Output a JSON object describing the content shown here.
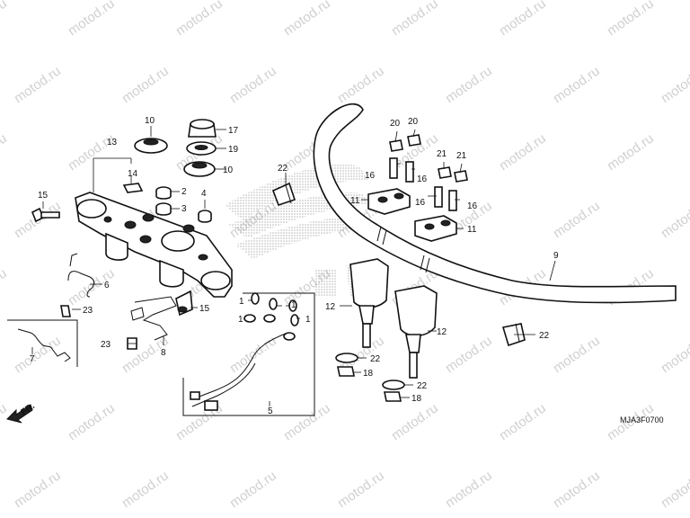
{
  "watermark": "motod.ru",
  "diagram_code": "MJA3F0700",
  "front_label": "FR.",
  "callouts": [
    {
      "id": "c1a",
      "text": "1"
    },
    {
      "id": "c1b",
      "text": "1"
    },
    {
      "id": "c1c",
      "text": "1"
    },
    {
      "id": "c1d",
      "text": "1"
    },
    {
      "id": "c2",
      "text": "2"
    },
    {
      "id": "c3",
      "text": "3"
    },
    {
      "id": "c4",
      "text": "4"
    },
    {
      "id": "c5",
      "text": "5"
    },
    {
      "id": "c6",
      "text": "6"
    },
    {
      "id": "c7",
      "text": "7"
    },
    {
      "id": "c8",
      "text": "8"
    },
    {
      "id": "c9",
      "text": "9"
    },
    {
      "id": "c10a",
      "text": "10"
    },
    {
      "id": "c10b",
      "text": "10"
    },
    {
      "id": "c11a",
      "text": "11"
    },
    {
      "id": "c11b",
      "text": "11"
    },
    {
      "id": "c12a",
      "text": "12"
    },
    {
      "id": "c12b",
      "text": "12"
    },
    {
      "id": "c13",
      "text": "13"
    },
    {
      "id": "c14",
      "text": "14"
    },
    {
      "id": "c15a",
      "text": "15"
    },
    {
      "id": "c15b",
      "text": "15"
    },
    {
      "id": "c16a",
      "text": "16"
    },
    {
      "id": "c16b",
      "text": "16"
    },
    {
      "id": "c16c",
      "text": "16"
    },
    {
      "id": "c16d",
      "text": "16"
    },
    {
      "id": "c17",
      "text": "17"
    },
    {
      "id": "c18a",
      "text": "18"
    },
    {
      "id": "c18b",
      "text": "18"
    },
    {
      "id": "c19",
      "text": "19"
    },
    {
      "id": "c20a",
      "text": "20"
    },
    {
      "id": "c20b",
      "text": "20"
    },
    {
      "id": "c21a",
      "text": "21"
    },
    {
      "id": "c21b",
      "text": "21"
    },
    {
      "id": "c22a",
      "text": "22"
    },
    {
      "id": "c22b",
      "text": "22"
    },
    {
      "id": "c22c",
      "text": "22"
    },
    {
      "id": "c22d",
      "text": "22"
    },
    {
      "id": "c23a",
      "text": "23"
    },
    {
      "id": "c23b",
      "text": "23"
    }
  ]
}
